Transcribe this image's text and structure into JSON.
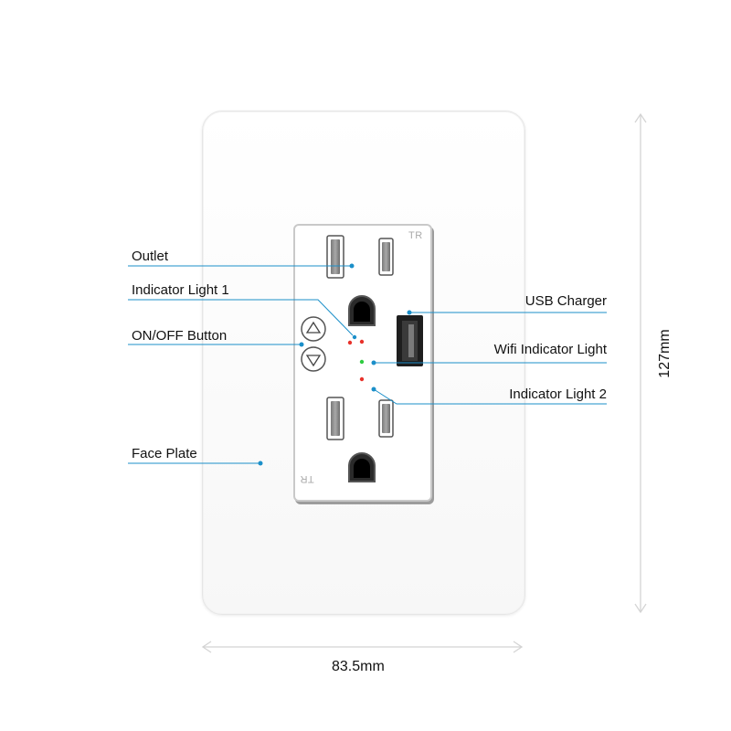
{
  "labels": {
    "outlet": "Outlet",
    "indicator_light_1": "Indicator Light 1",
    "on_off_button": "ON/OFF Button",
    "face_plate": "Face Plate",
    "usb_charger": "USB Charger",
    "wifi_indicator_light": "Wifi Indicator Light",
    "indicator_light_2": "Indicator Light 2"
  },
  "dimensions": {
    "width": "83.5mm",
    "height": "127mm"
  },
  "module_marks": {
    "top": "TR",
    "bottom": "TR"
  },
  "colors": {
    "callout": "#1b8fc9",
    "indicator_red": "#e8322b",
    "indicator_green": "#2ecc40",
    "dimension_line": "#d4d4d4"
  }
}
